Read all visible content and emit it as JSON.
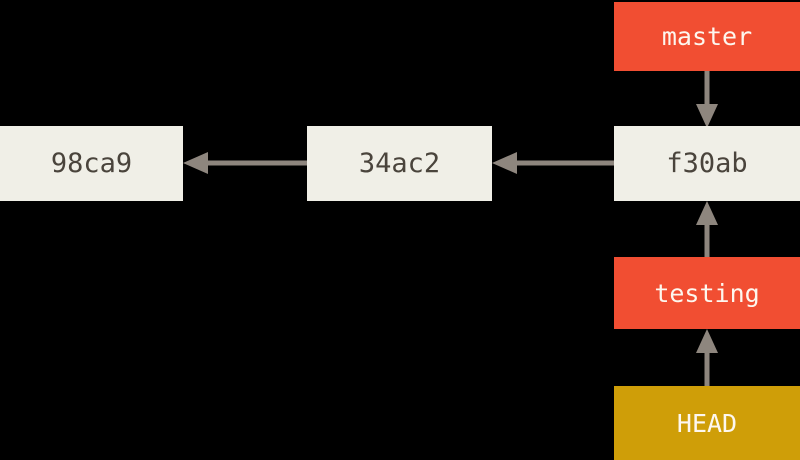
{
  "colors": {
    "background": "#000000",
    "commit-box": "#f0efe7",
    "commit-text": "#4a443c",
    "branch-box": "#f14e32",
    "branch-text": "#fdf7ef",
    "head-box": "#cf9e08",
    "head-text": "#fdf7ef",
    "arrow": "#8e867e"
  },
  "commits": [
    {
      "label": "98ca9"
    },
    {
      "label": "34ac2"
    },
    {
      "label": "f30ab"
    }
  ],
  "branches": [
    {
      "label": "master"
    },
    {
      "label": "testing"
    }
  ],
  "head": {
    "label": "HEAD"
  }
}
